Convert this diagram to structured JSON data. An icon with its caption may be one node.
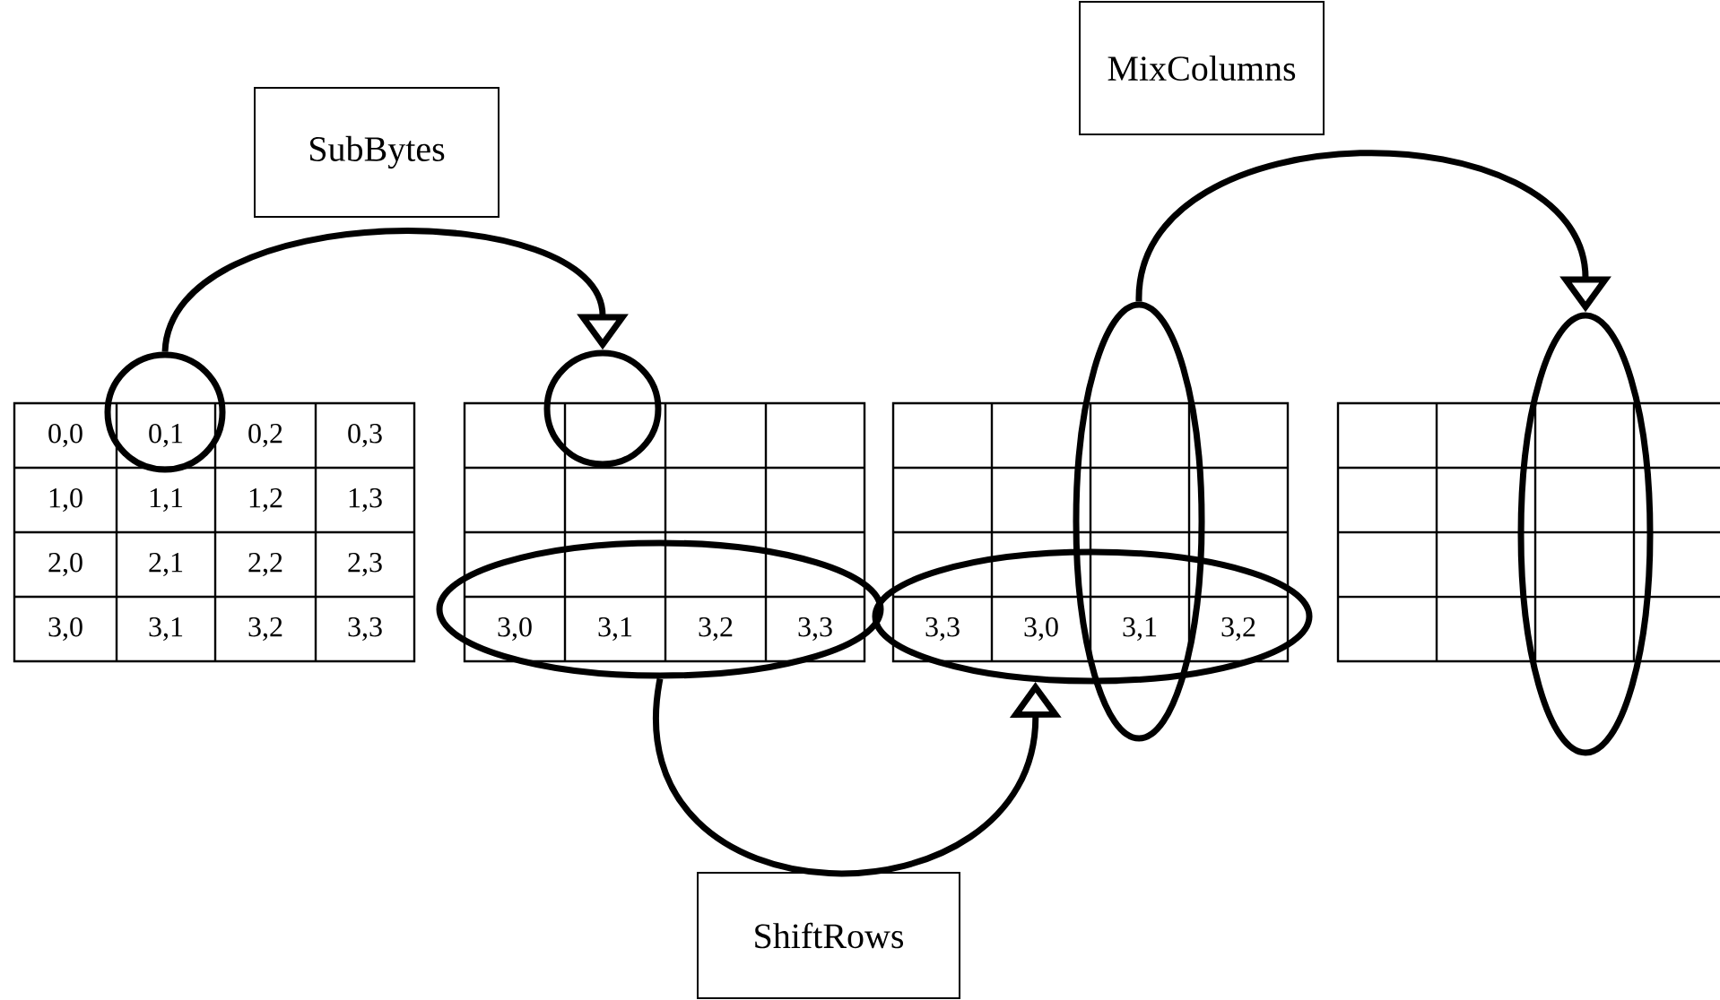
{
  "diagram": {
    "nodes": [
      {
        "text": [
          "SubBytes"
        ]
      },
      {
        "text": [
          "MixColumns"
        ]
      },
      {
        "text": [],
        "shape": "circle"
      },
      {
        "text": [],
        "shape": "circle"
      },
      {
        "text": [],
        "shape": "ellipse"
      },
      {
        "text": [],
        "shape": "ellipse"
      },
      {
        "text": [],
        "shape": "ellipse"
      },
      {
        "text": [],
        "shape": "ellipse"
      },
      {
        "text": [
          "ShiftRows"
        ]
      }
    ],
    "edges": [
      {
        "from": 2,
        "to": 3,
        "arrow": "to"
      },
      {
        "from": 6,
        "to": 7,
        "arrow": "to"
      },
      {
        "from": 4,
        "to": 5,
        "arrow": "to"
      }
    ],
    "labels": [
      "0,0",
      "0,1",
      "0,2",
      "0,3",
      "1,0",
      "1,1",
      "1,2",
      "1,3",
      "2,0",
      "2,1",
      "2,2",
      "2,3",
      "3,0",
      "3,1",
      "3,2",
      "3,3",
      "3,0",
      "3,1",
      "3,2",
      "3,3",
      "3,3",
      "3,0",
      "3,1",
      "3,2"
    ]
  }
}
